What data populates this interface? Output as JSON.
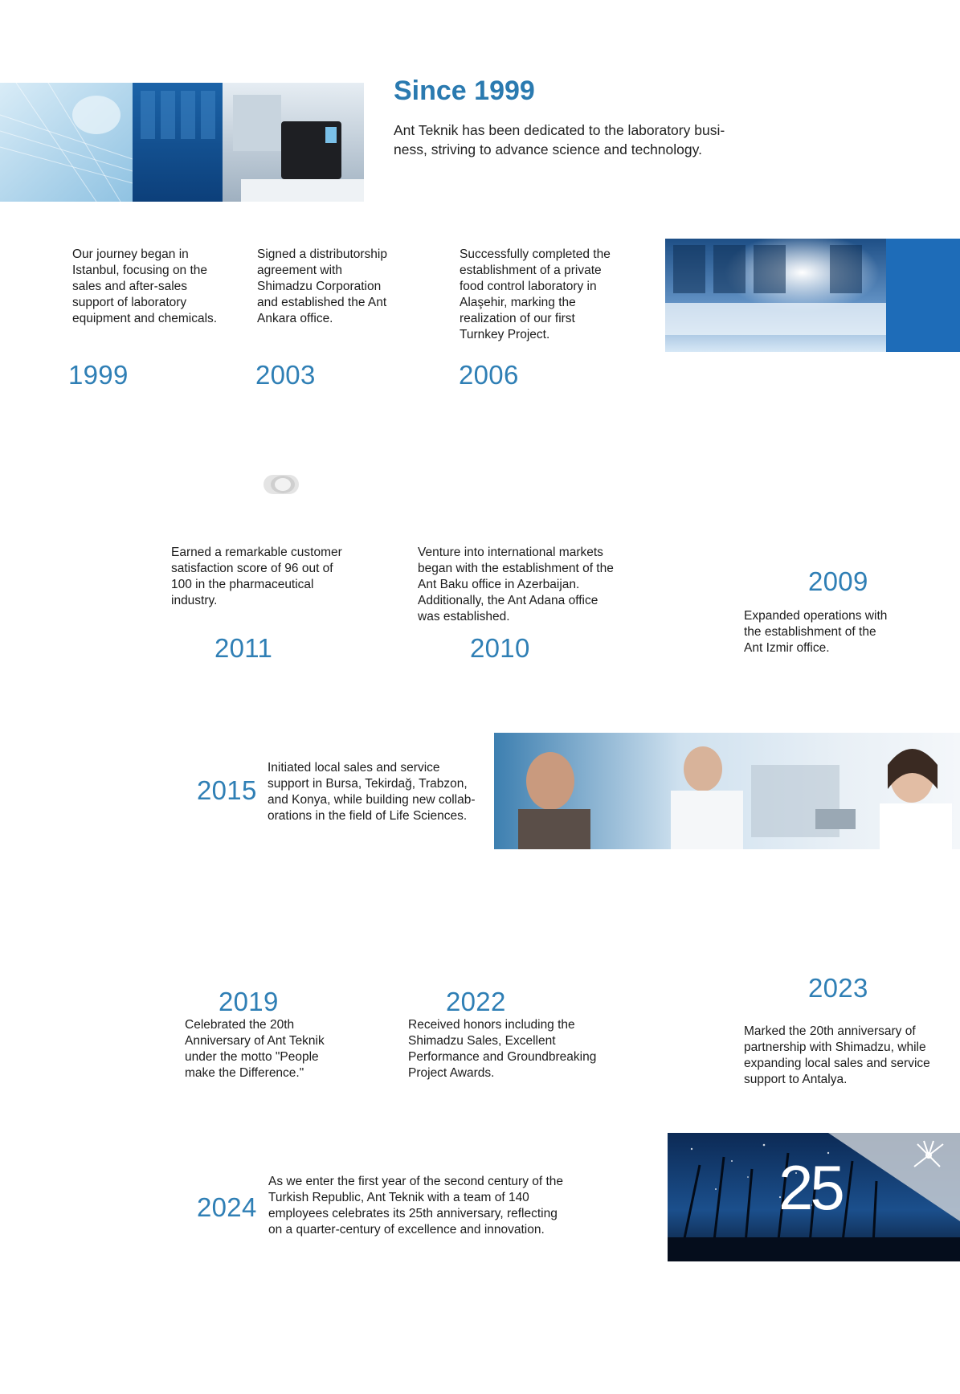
{
  "header": {
    "title": "Since 1999",
    "intro": "Ant Teknik has been dedicated to the laboratory busi-\nness, striving to advance science and technology."
  },
  "timeline": [
    {
      "year": "1999",
      "text": "Our journey began in\nIstanbul, focusing on the\nsales and after-sales\nsupport of laboratory\nequipment and chemicals."
    },
    {
      "year": "2003",
      "text": "Signed a distributorship\nagreement with\nShimadzu Corporation\nand established the Ant\nAnkara office."
    },
    {
      "year": "2006",
      "text": "Successfully completed the\nestablishment of a private\nfood control laboratory in\nAlaşehir, marking the\nrealization of our first\nTurnkey Project."
    },
    {
      "year": "2011",
      "text": "Earned a remarkable customer\nsatisfaction score of 96 out of\n100 in the pharmaceutical\nindustry."
    },
    {
      "year": "2010",
      "text": "Venture into international markets\nbegan with the establishment of the\nAnt Baku office in Azerbaijan.\nAdditionally, the Ant Adana office\nwas established."
    },
    {
      "year": "2009",
      "text": "Expanded operations with\nthe establishment of the\nAnt Izmir office."
    },
    {
      "year": "2015",
      "text": "Initiated local sales and service\nsupport in Bursa, Tekirdağ, Trabzon,\nand Konya, while building new collab-\norations in the field of Life Sciences."
    },
    {
      "year": "2019",
      "text": "Celebrated the 20th\nAnniversary of Ant Teknik\nunder the motto \"People\nmake the Difference.\""
    },
    {
      "year": "2022",
      "text": "Received honors including the\nShimadzu Sales, Excellent\nPerformance and Groundbreaking\nProject Awards."
    },
    {
      "year": "2023",
      "text": "Marked the 20th anniversary of\npartnership with Shimadzu, while\nexpanding local sales and service\nsupport to Antalya."
    },
    {
      "year": "2024",
      "text": "As we enter the first year of the second century of the\nTurkish Republic, Ant Teknik with a team of 140\nemployees celebrates its 25th anniversary, reflecting\non a quarter-century of excellence and innovation."
    }
  ],
  "anniversary_badge": "25",
  "colors": {
    "accent": "#2f7fb5",
    "heading": "#2a7ab0",
    "text": "#1c1c1c"
  }
}
